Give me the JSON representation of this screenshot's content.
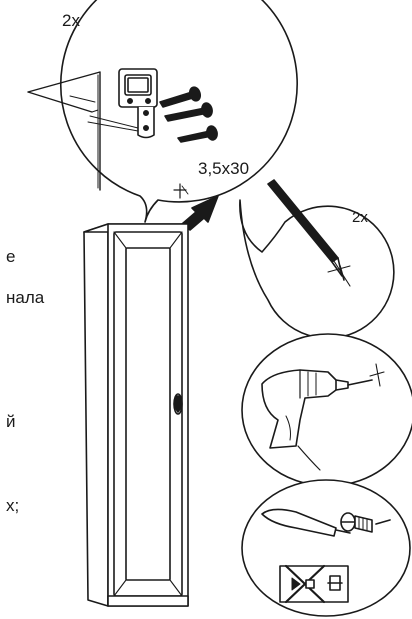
{
  "callouts": {
    "top_qty": "2x",
    "screw_spec": "3,5x30",
    "pencil_qty": "2x"
  },
  "side_text": {
    "line1": "е",
    "line2": "нала",
    "line3": "й",
    "line4": "х;"
  },
  "icons": {
    "bracket": "wall-bracket-icon",
    "screws": "screw-icon",
    "pencil": "pencil-icon",
    "drill": "drill-icon",
    "arrow": "direction-arrow-icon",
    "wardrobe": "wardrobe-icon",
    "wall_plug": "wall-plug-icon"
  }
}
